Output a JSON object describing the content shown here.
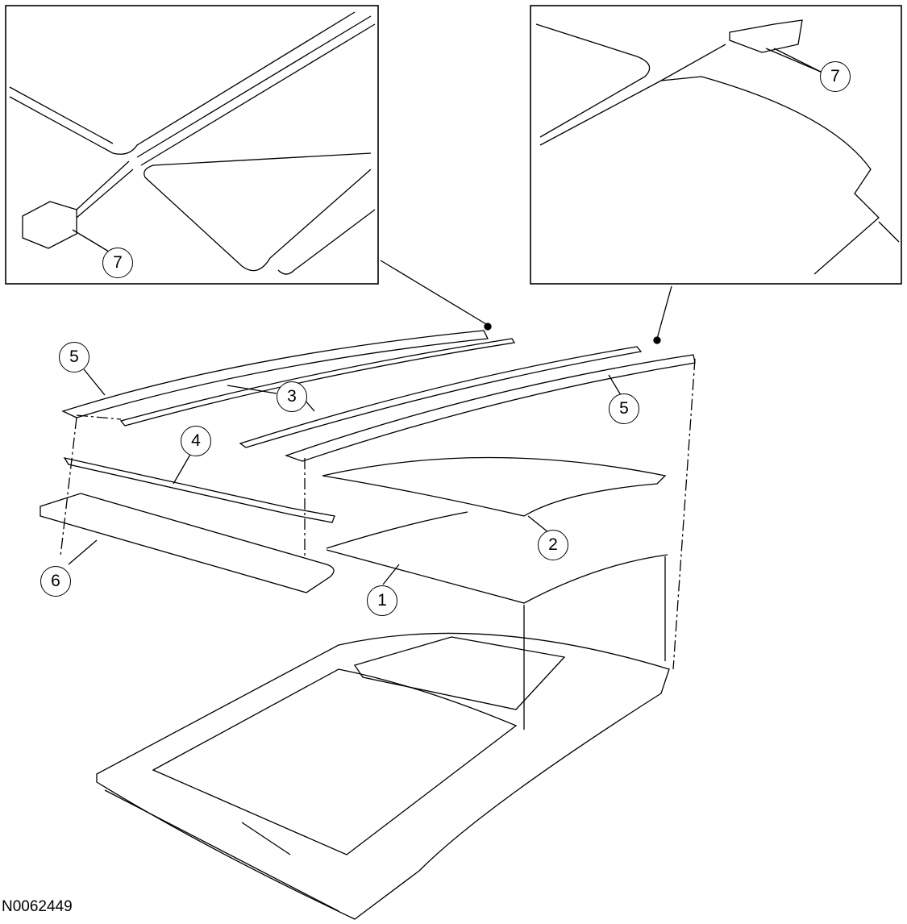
{
  "figure_id": "N0062449",
  "callouts": {
    "c7a": "7",
    "c7b": "7",
    "c5a": "5",
    "c3": "3",
    "c5b": "5",
    "c4": "4",
    "c2": "2",
    "c6": "6",
    "c1": "1"
  }
}
